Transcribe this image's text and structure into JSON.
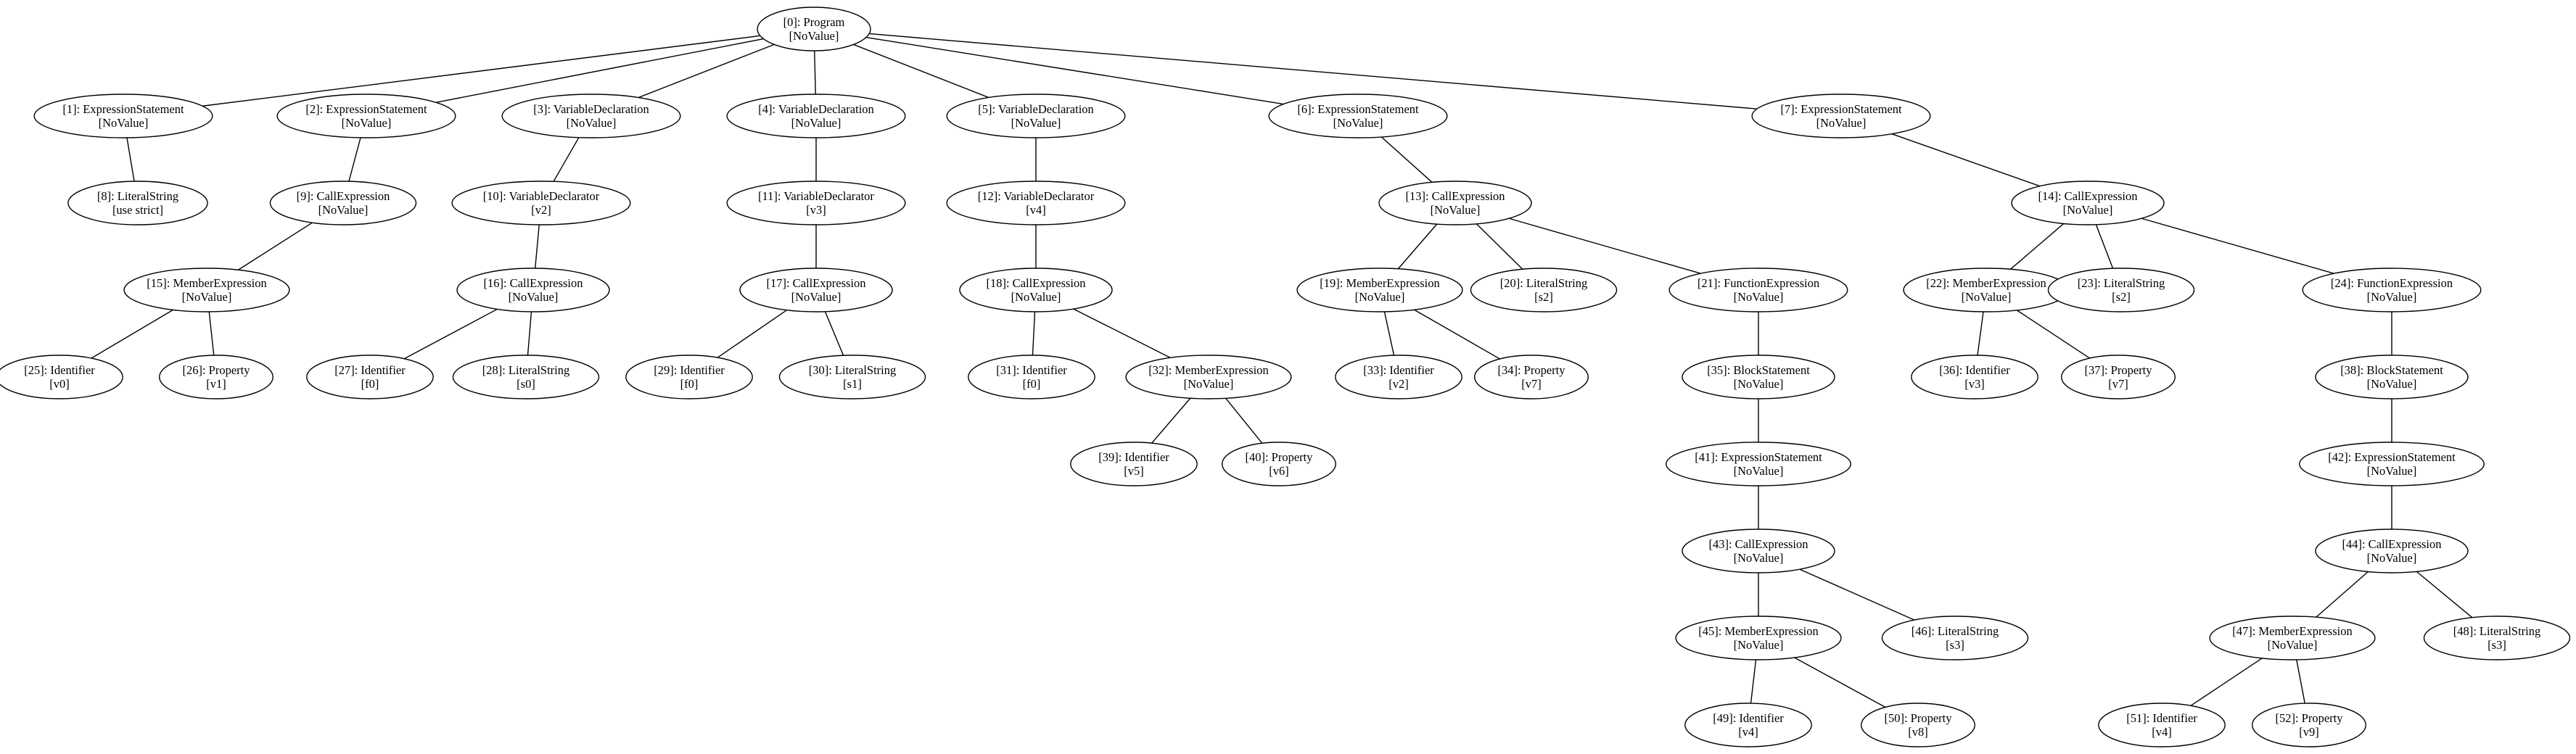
{
  "tree": {
    "nodes": [
      {
        "id": 0,
        "name": "[0]: Program",
        "value": "[NoValue]"
      },
      {
        "id": 1,
        "name": "[1]: ExpressionStatement",
        "value": "[NoValue]"
      },
      {
        "id": 2,
        "name": "[2]: ExpressionStatement",
        "value": "[NoValue]"
      },
      {
        "id": 3,
        "name": "[3]: VariableDeclaration",
        "value": "[NoValue]"
      },
      {
        "id": 4,
        "name": "[4]: VariableDeclaration",
        "value": "[NoValue]"
      },
      {
        "id": 5,
        "name": "[5]: VariableDeclaration",
        "value": "[NoValue]"
      },
      {
        "id": 6,
        "name": "[6]: ExpressionStatement",
        "value": "[NoValue]"
      },
      {
        "id": 7,
        "name": "[7]: ExpressionStatement",
        "value": "[NoValue]"
      },
      {
        "id": 8,
        "name": "[8]: LiteralString",
        "value": "[use strict]"
      },
      {
        "id": 9,
        "name": "[9]: CallExpression",
        "value": "[NoValue]"
      },
      {
        "id": 10,
        "name": "[10]: VariableDeclarator",
        "value": "[v2]"
      },
      {
        "id": 11,
        "name": "[11]: VariableDeclarator",
        "value": "[v3]"
      },
      {
        "id": 12,
        "name": "[12]: VariableDeclarator",
        "value": "[v4]"
      },
      {
        "id": 13,
        "name": "[13]: CallExpression",
        "value": "[NoValue]"
      },
      {
        "id": 14,
        "name": "[14]: CallExpression",
        "value": "[NoValue]"
      },
      {
        "id": 15,
        "name": "[15]: MemberExpression",
        "value": "[NoValue]"
      },
      {
        "id": 16,
        "name": "[16]: CallExpression",
        "value": "[NoValue]"
      },
      {
        "id": 17,
        "name": "[17]: CallExpression",
        "value": "[NoValue]"
      },
      {
        "id": 18,
        "name": "[18]: CallExpression",
        "value": "[NoValue]"
      },
      {
        "id": 19,
        "name": "[19]: MemberExpression",
        "value": "[NoValue]"
      },
      {
        "id": 20,
        "name": "[20]: LiteralString",
        "value": "[s2]"
      },
      {
        "id": 21,
        "name": "[21]: FunctionExpression",
        "value": "[NoValue]"
      },
      {
        "id": 22,
        "name": "[22]: MemberExpression",
        "value": "[NoValue]"
      },
      {
        "id": 23,
        "name": "[23]: LiteralString",
        "value": "[s2]"
      },
      {
        "id": 24,
        "name": "[24]: FunctionExpression",
        "value": "[NoValue]"
      },
      {
        "id": 25,
        "name": "[25]: Identifier",
        "value": "[v0]"
      },
      {
        "id": 26,
        "name": "[26]: Property",
        "value": "[v1]"
      },
      {
        "id": 27,
        "name": "[27]: Identifier",
        "value": "[f0]"
      },
      {
        "id": 28,
        "name": "[28]: LiteralString",
        "value": "[s0]"
      },
      {
        "id": 29,
        "name": "[29]: Identifier",
        "value": "[f0]"
      },
      {
        "id": 30,
        "name": "[30]: LiteralString",
        "value": "[s1]"
      },
      {
        "id": 31,
        "name": "[31]: Identifier",
        "value": "[f0]"
      },
      {
        "id": 32,
        "name": "[32]: MemberExpression",
        "value": "[NoValue]"
      },
      {
        "id": 33,
        "name": "[33]: Identifier",
        "value": "[v2]"
      },
      {
        "id": 34,
        "name": "[34]: Property",
        "value": "[v7]"
      },
      {
        "id": 35,
        "name": "[35]: BlockStatement",
        "value": "[NoValue]"
      },
      {
        "id": 36,
        "name": "[36]: Identifier",
        "value": "[v3]"
      },
      {
        "id": 37,
        "name": "[37]: Property",
        "value": "[v7]"
      },
      {
        "id": 38,
        "name": "[38]: BlockStatement",
        "value": "[NoValue]"
      },
      {
        "id": 39,
        "name": "[39]: Identifier",
        "value": "[v5]"
      },
      {
        "id": 40,
        "name": "[40]: Property",
        "value": "[v6]"
      },
      {
        "id": 41,
        "name": "[41]: ExpressionStatement",
        "value": "[NoValue]"
      },
      {
        "id": 42,
        "name": "[42]: ExpressionStatement",
        "value": "[NoValue]"
      },
      {
        "id": 43,
        "name": "[43]: CallExpression",
        "value": "[NoValue]"
      },
      {
        "id": 44,
        "name": "[44]: CallExpression",
        "value": "[NoValue]"
      },
      {
        "id": 45,
        "name": "[45]: MemberExpression",
        "value": "[NoValue]"
      },
      {
        "id": 46,
        "name": "[46]: LiteralString",
        "value": "[s3]"
      },
      {
        "id": 47,
        "name": "[47]: MemberExpression",
        "value": "[NoValue]"
      },
      {
        "id": 48,
        "name": "[48]: LiteralString",
        "value": "[s3]"
      },
      {
        "id": 49,
        "name": "[49]: Identifier",
        "value": "[v4]"
      },
      {
        "id": 50,
        "name": "[50]: Property",
        "value": "[v8]"
      },
      {
        "id": 51,
        "name": "[51]: Identifier",
        "value": "[v4]"
      },
      {
        "id": 52,
        "name": "[52]: Property",
        "value": "[v9]"
      }
    ],
    "edges": [
      [
        0,
        1
      ],
      [
        0,
        2
      ],
      [
        0,
        3
      ],
      [
        0,
        4
      ],
      [
        0,
        5
      ],
      [
        0,
        6
      ],
      [
        0,
        7
      ],
      [
        1,
        8
      ],
      [
        2,
        9
      ],
      [
        3,
        10
      ],
      [
        4,
        11
      ],
      [
        5,
        12
      ],
      [
        6,
        13
      ],
      [
        7,
        14
      ],
      [
        9,
        15
      ],
      [
        10,
        16
      ],
      [
        11,
        17
      ],
      [
        12,
        18
      ],
      [
        13,
        19
      ],
      [
        13,
        20
      ],
      [
        13,
        21
      ],
      [
        14,
        22
      ],
      [
        14,
        23
      ],
      [
        14,
        24
      ],
      [
        15,
        25
      ],
      [
        15,
        26
      ],
      [
        16,
        27
      ],
      [
        16,
        28
      ],
      [
        17,
        29
      ],
      [
        17,
        30
      ],
      [
        18,
        31
      ],
      [
        18,
        32
      ],
      [
        19,
        33
      ],
      [
        19,
        34
      ],
      [
        21,
        35
      ],
      [
        22,
        36
      ],
      [
        22,
        37
      ],
      [
        24,
        38
      ],
      [
        32,
        39
      ],
      [
        32,
        40
      ],
      [
        35,
        41
      ],
      [
        38,
        42
      ],
      [
        41,
        43
      ],
      [
        42,
        44
      ],
      [
        43,
        45
      ],
      [
        43,
        46
      ],
      [
        44,
        47
      ],
      [
        44,
        48
      ],
      [
        45,
        49
      ],
      [
        45,
        50
      ],
      [
        47,
        51
      ],
      [
        47,
        52
      ]
    ]
  }
}
